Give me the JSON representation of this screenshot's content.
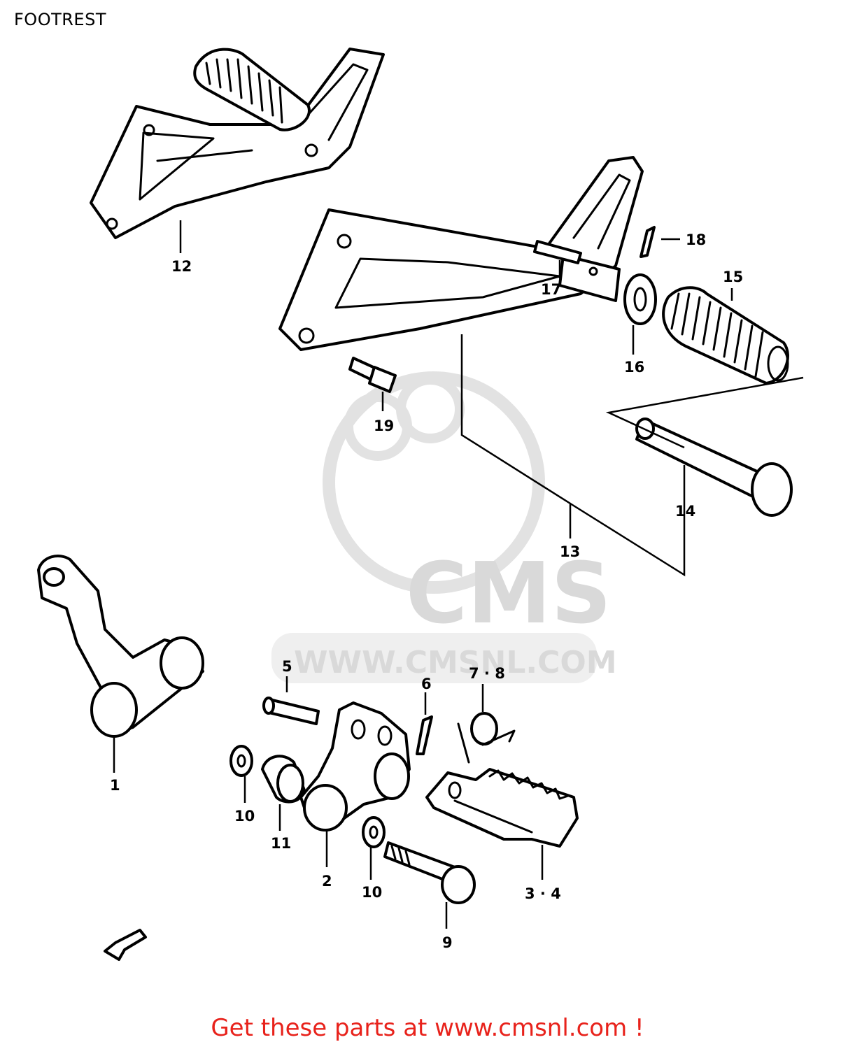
{
  "title": "FOOTREST",
  "watermark": {
    "brand": "CMS",
    "url": "WWW.CMSNL.COM"
  },
  "footer": "Get these parts at www.cmsnl.com !",
  "callouts": {
    "c1": "1",
    "c2": "2",
    "c3_4": "3 · 4",
    "c5": "5",
    "c6": "6",
    "c7_8": "7 · 8",
    "c9": "9",
    "c10a": "10",
    "c10b": "10",
    "c11": "11",
    "c12": "12",
    "c13": "13",
    "c14": "14",
    "c15": "15",
    "c16": "16",
    "c17": "17",
    "c18": "18",
    "c19": "19"
  },
  "colors": {
    "footer_text": "#e8221b",
    "watermark": "#d9d9d9"
  }
}
